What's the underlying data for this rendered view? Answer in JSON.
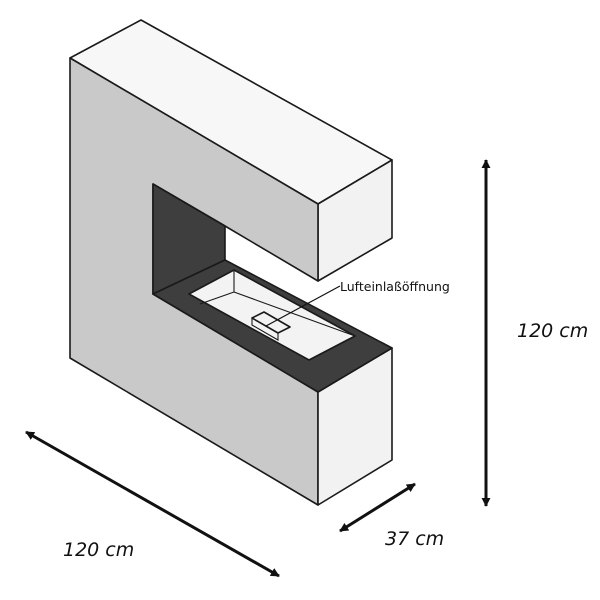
{
  "labels": {
    "callout": "Lufteinlaßöffnung",
    "height": "120 cm",
    "width": "120 cm",
    "depth": "37 cm"
  },
  "colors": {
    "front_face": "#c9c9c9",
    "side_face": "#f2f2f2",
    "top_face": "#f7f7f7",
    "firebox_dark": "#3e3e3e",
    "firebox_inner": "#f3f3f3",
    "arrow": "#111111",
    "background": "#ffffff"
  }
}
